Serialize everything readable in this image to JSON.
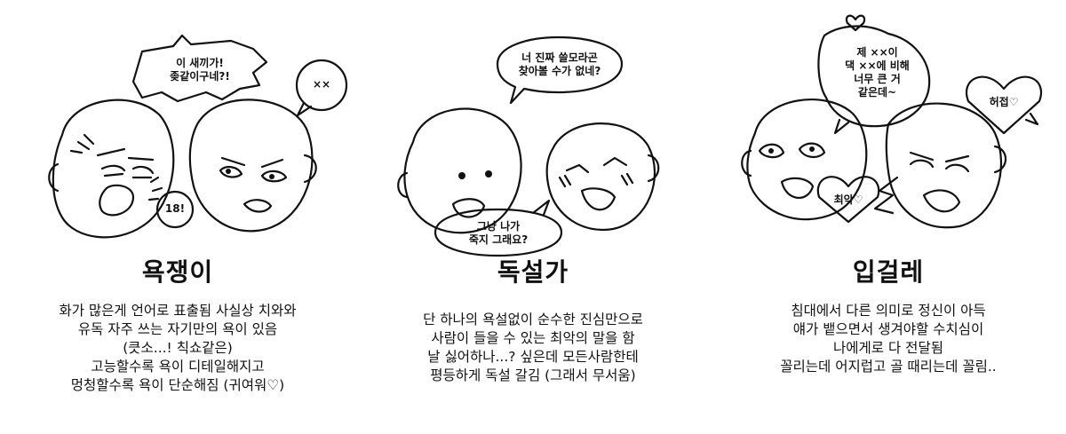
{
  "panels": [
    {
      "title": "욕쟁이",
      "bubbles": {
        "shout": [
          "이 새끼가!",
          "좆같이구네?!"
        ],
        "small": "××",
        "count": "18!"
      },
      "desc": [
        "화가 많은게 언어로 표출됨 사실상 치와와",
        "유독 자주 쓰는 자기만의 욕이 있음",
        "(큿소...! 칙쇼같은)",
        "고능할수록 욕이 디테일해지고",
        "멍청할수록 욕이 단순해짐 (귀여워♡)"
      ]
    },
    {
      "title": "독설가",
      "bubbles": {
        "top": [
          "너 진짜 쓸모라곤",
          "찾아볼 수가 없네?"
        ],
        "bottom": [
          "그냥 나가",
          "죽지 그래요?"
        ]
      },
      "desc": [
        "단 하나의 욕설없이 순수한 진심만으로",
        "사람이 들을 수 있는 최악의 말을 함",
        "날 싫어하나...? 싶은데 모든사람한테",
        "평등하게 독설 갈김 (그래서 무서움)"
      ]
    },
    {
      "title": "입걸레",
      "bubbles": {
        "big": [
          "제 ××이",
          "댁 ××에 비해",
          "너무 큰 거",
          "같은데~"
        ],
        "heart1": "허접♡",
        "heart2": "최악♡"
      },
      "desc": [
        "침대에서 다른 의미로 정신이 아득",
        "얘가 뱉으면서 생겨야할 수치심이",
        "나에게로 다 전달됨",
        "꼴리는데 어지럽고 골 때리는데 꼴림.."
      ]
    }
  ]
}
